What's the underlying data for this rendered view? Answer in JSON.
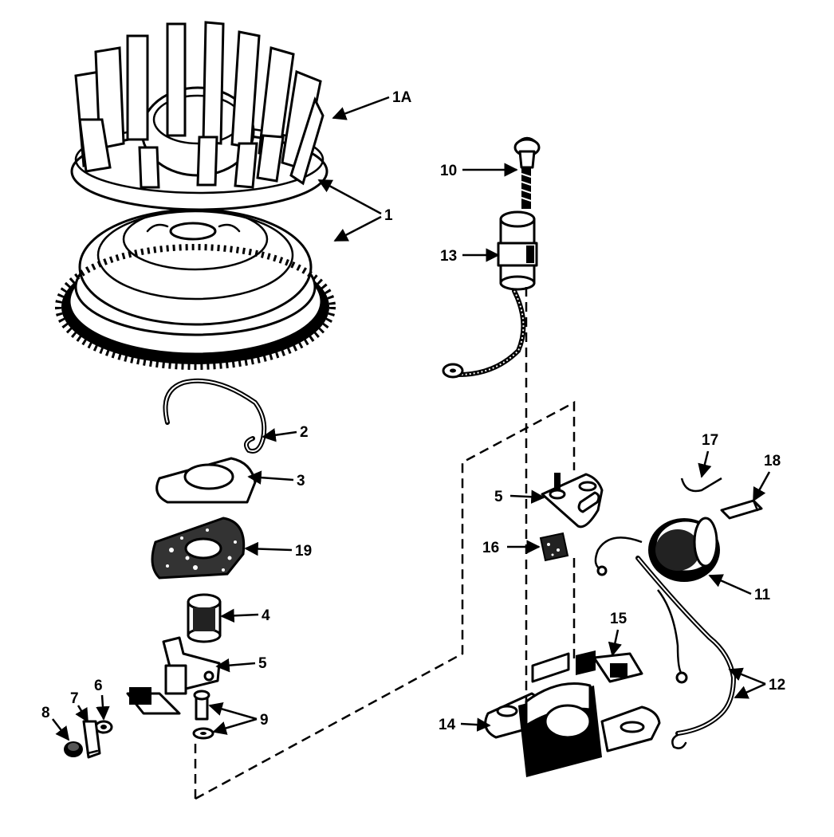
{
  "labels": {
    "l1A": "1A",
    "l1": "1",
    "l2": "2",
    "l3": "3",
    "l4": "4",
    "l5a": "5",
    "l5b": "5",
    "l6": "6",
    "l7": "7",
    "l8": "8",
    "l9": "9",
    "l10": "10",
    "l11": "11",
    "l12": "12",
    "l13": "13",
    "l14": "14",
    "l15": "15",
    "l16": "16",
    "l17": "17",
    "l18": "18",
    "l19": "19"
  },
  "colors": {
    "ink": "#000000",
    "paper": "#ffffff"
  }
}
